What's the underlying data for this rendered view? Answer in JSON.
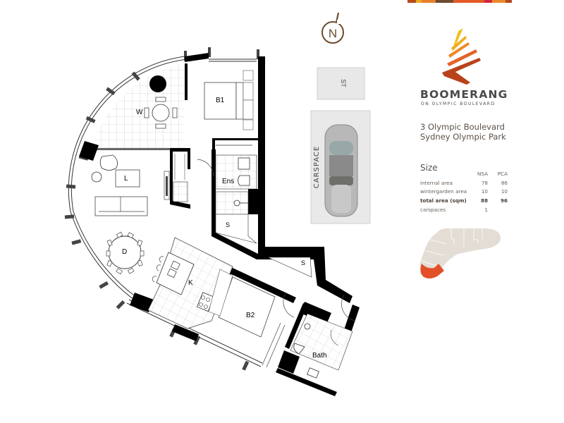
{
  "brand_bar": {
    "segments": [
      {
        "color": "#b84a1a",
        "width": 12
      },
      {
        "color": "#eeaa22",
        "width": 8
      },
      {
        "color": "#e8802a",
        "width": 20
      },
      {
        "color": "#6e4a2e",
        "width": 25
      },
      {
        "color": "#e45a28",
        "width": 44
      },
      {
        "color": "#d4283a",
        "width": 11
      },
      {
        "color": "#ea8a2a",
        "width": 19
      },
      {
        "color": "#b04a1e",
        "width": 9
      }
    ]
  },
  "compass": {
    "label": "N",
    "color": "#6b4c2e"
  },
  "storage_box": {
    "label": "ST"
  },
  "carspace": {
    "label": "CARSPACE"
  },
  "brand": {
    "name": "BOOMERANG",
    "subtitle": "ON OLYMPIC BOULEVARD",
    "logo_colors": [
      "#f0c020",
      "#f0a020",
      "#ea7a20",
      "#e05a20",
      "#b8431a"
    ]
  },
  "address": {
    "line1": "3 Olympic Boulevard",
    "line2": "Sydney Olympic Park"
  },
  "size": {
    "title": "Size",
    "columns": [
      "",
      "NSA",
      "PCA"
    ],
    "rows": [
      {
        "label": "internal area",
        "nsa": "78",
        "pca": "86",
        "bold": false
      },
      {
        "label": "wintergarden area",
        "nsa": "10",
        "pca": "10",
        "bold": false
      },
      {
        "label": "total area (sqm)",
        "nsa": "88",
        "pca": "96",
        "bold": true
      },
      {
        "label": "carspaces",
        "nsa": "1",
        "pca": "",
        "bold": false
      }
    ]
  },
  "key_plan": {
    "base_color": "#e4ddd6",
    "highlight_color": "#e2502a"
  },
  "rooms": {
    "wintergarden": "W",
    "living": "L",
    "dining": "D",
    "kitchen": "K",
    "bedroom1": "B1",
    "bedroom2": "B2",
    "ensuite": "Ens",
    "bath": "Bath",
    "storage1": "S",
    "storage2": "S"
  }
}
